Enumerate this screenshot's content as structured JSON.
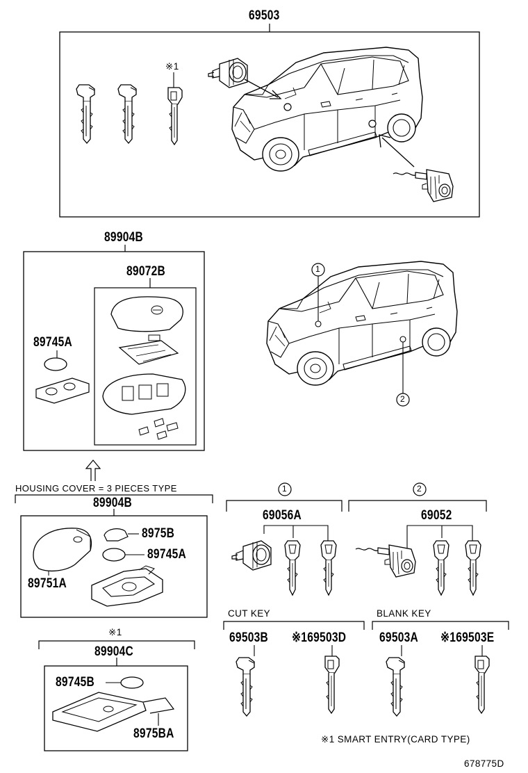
{
  "labels": {
    "p69503": "69503",
    "p89904B_top": "89904B",
    "p89072B": "89072B",
    "p89745A_top": "89745A",
    "housing_note": "HOUSING COVER = 3 PIECES TYPE",
    "p89904B_mid": "89904B",
    "p8975B": "8975B",
    "p89745A_mid": "89745A",
    "p89751A": "89751A",
    "smart_mark_box": "※1",
    "p89904C": "89904C",
    "p89745B": "89745B",
    "p8975BA": "8975BA",
    "callout_1": "1",
    "callout_2": "2",
    "group1_callout": "1",
    "group2_callout": "2",
    "p69056A": "69056A",
    "p69052": "69052",
    "cut_key": "CUT KEY",
    "blank_key": "BLANK KEY",
    "p69503B": "69503B",
    "p69503D": "※169503D",
    "p69503A": "69503A",
    "p69503E": "※169503E",
    "key_mark_top": "※1",
    "footnote": "※1 SMART ENTRY(CARD TYPE)",
    "diagram_id": "678775D"
  }
}
